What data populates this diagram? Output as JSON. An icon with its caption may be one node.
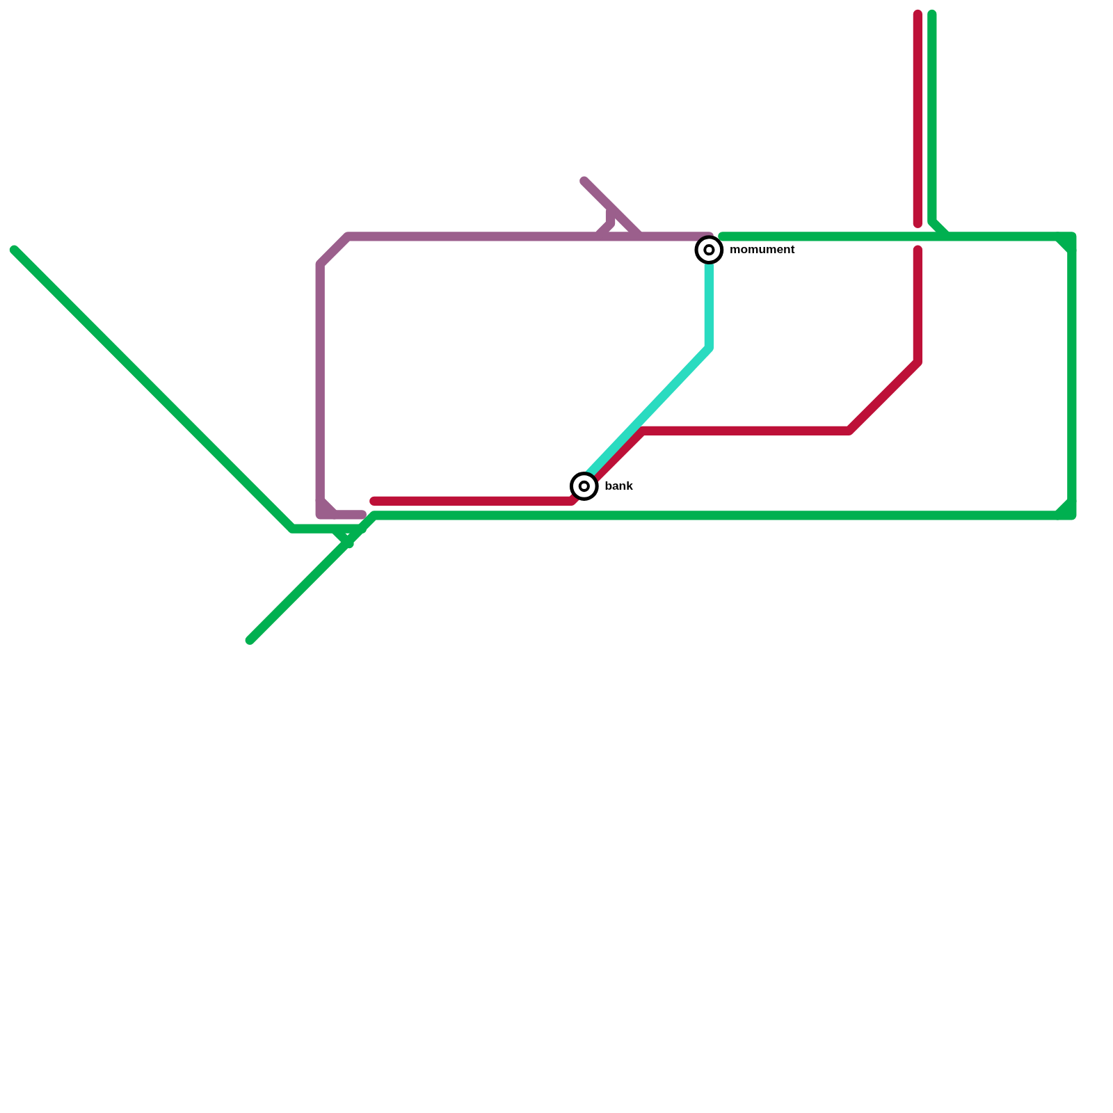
{
  "diagram": {
    "nodes": [
      {
        "text": [
          "momument"
        ]
      },
      {
        "text": [
          "bank"
        ]
      }
    ],
    "edges": [
      {
        "from": 0,
        "to": 1,
        "arrow": "none",
        "color": "#2adbc0"
      }
    ]
  }
}
